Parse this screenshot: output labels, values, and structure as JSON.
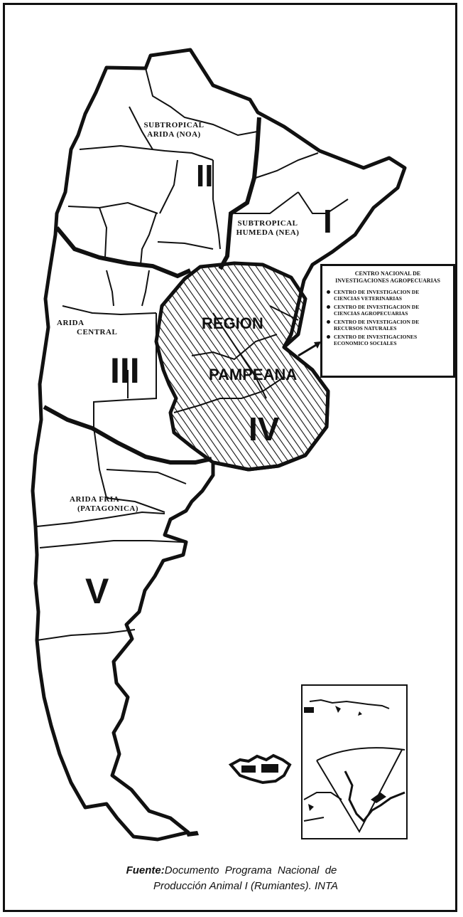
{
  "regions": [
    {
      "id": "I",
      "numeral": "I",
      "name_lines": [
        "SUBTROPICAL",
        "HUMEDA (NEA)"
      ]
    },
    {
      "id": "II",
      "numeral": "II",
      "name_lines": [
        "SUBTROPICAL",
        "ARIDA (NOA)"
      ]
    },
    {
      "id": "III",
      "numeral": "III",
      "name_lines": [
        "ARIDA",
        "CENTRAL"
      ]
    },
    {
      "id": "IV",
      "numeral": "IV",
      "name_lines": [
        "REGION",
        "PAMPEANA"
      ]
    },
    {
      "id": "V",
      "numeral": "V",
      "name_lines": [
        "ARIDA FRIA",
        "(PATAGONICA)"
      ]
    }
  ],
  "legend": {
    "title_lines": [
      "CENTRO NACIONAL DE",
      "INVESTIGACIONES AGROPECUARIAS"
    ],
    "items": [
      [
        "CENTRO DE INVESTIGACION DE",
        "CIENCIAS VETERINARIAS"
      ],
      [
        "CENTRO DE INVESTIGACION DE",
        "CIENCIAS AGROPECUARIAS"
      ],
      [
        "CENTRO DE INVESTIGACION DE",
        "RECURSOS NATURALES"
      ],
      [
        "CENTRO DE INVESTIGACIONES",
        "ECONOMICO SOCIALES"
      ]
    ]
  },
  "caption": {
    "source_label": "Fuente:",
    "line1": "Documento  Programa  Nacional  de",
    "line2": "Producción Animal I (Rumiantes). INTA"
  },
  "colors": {
    "ink": "#111111",
    "paper": "#ffffff"
  }
}
